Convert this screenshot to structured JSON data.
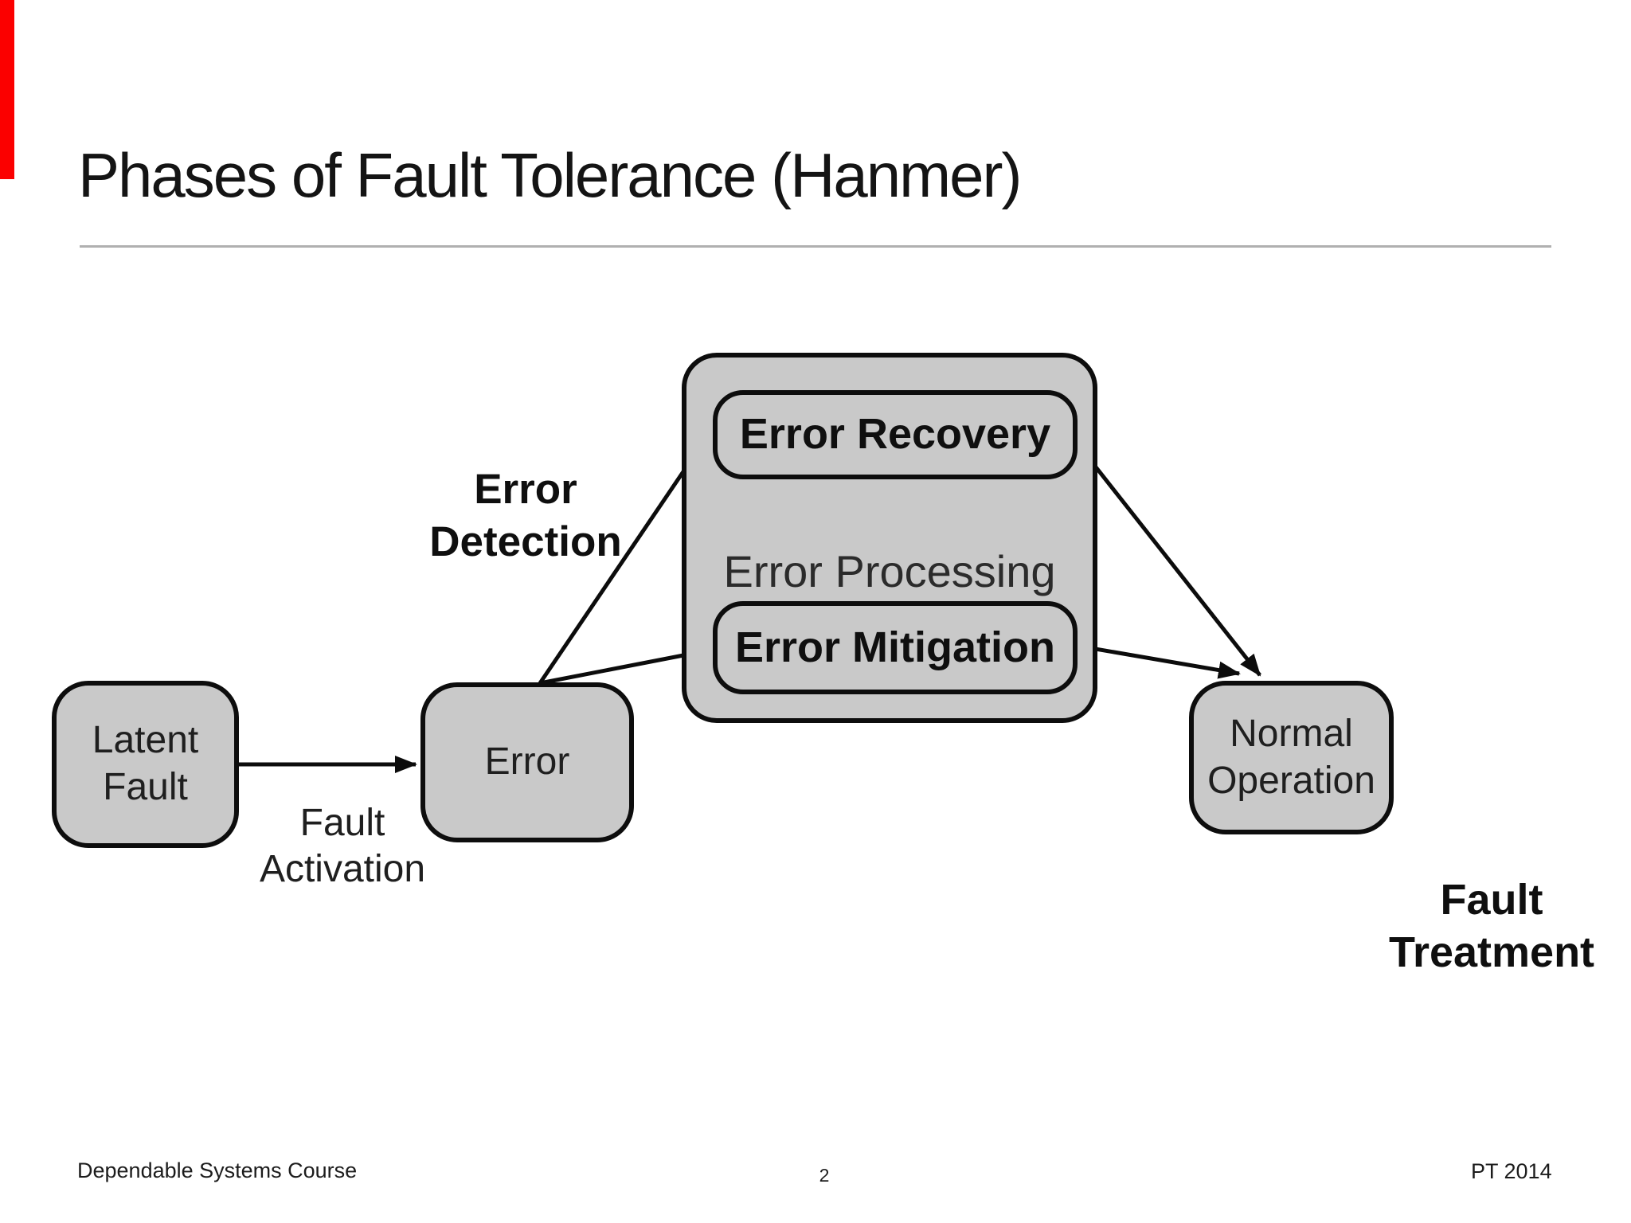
{
  "slide": {
    "title": "Phases of Fault Tolerance (Hanmer)",
    "footer": {
      "left": "Dependable Systems Course",
      "page": "2",
      "right": "PT 2014"
    }
  },
  "colors": {
    "accent_bar": "#fb0000",
    "box_fill": "#c9c9c9",
    "box_border": "#0d0d0d",
    "divider": "#b0b0b0",
    "text": "#1a1a1a"
  },
  "diagram": {
    "nodes": {
      "latent_fault": {
        "label": "Latent\nFault"
      },
      "error": {
        "label": "Error"
      },
      "error_processing": {
        "label": "Error Processing"
      },
      "error_recovery": {
        "label": "Error Recovery"
      },
      "error_mitigation": {
        "label": "Error Mitigation"
      },
      "normal_operation": {
        "label": "Normal\nOperation"
      }
    },
    "edge_labels": {
      "fault_activation": "Fault\nActivation",
      "error_detection": "Error\nDetection",
      "fault_treatment": "Fault\nTreatment"
    },
    "arrows": [
      {
        "from": "latent-fault",
        "to": "error",
        "label": "Fault Activation"
      },
      {
        "from": "error",
        "to": "error-recovery",
        "label": "Error Detection"
      },
      {
        "from": "error",
        "to": "error-mitigation",
        "label": "Error Detection"
      },
      {
        "from": "error-recovery",
        "to": "normal-operation",
        "label": ""
      },
      {
        "from": "error-mitigation",
        "to": "normal-operation",
        "label": ""
      }
    ]
  }
}
